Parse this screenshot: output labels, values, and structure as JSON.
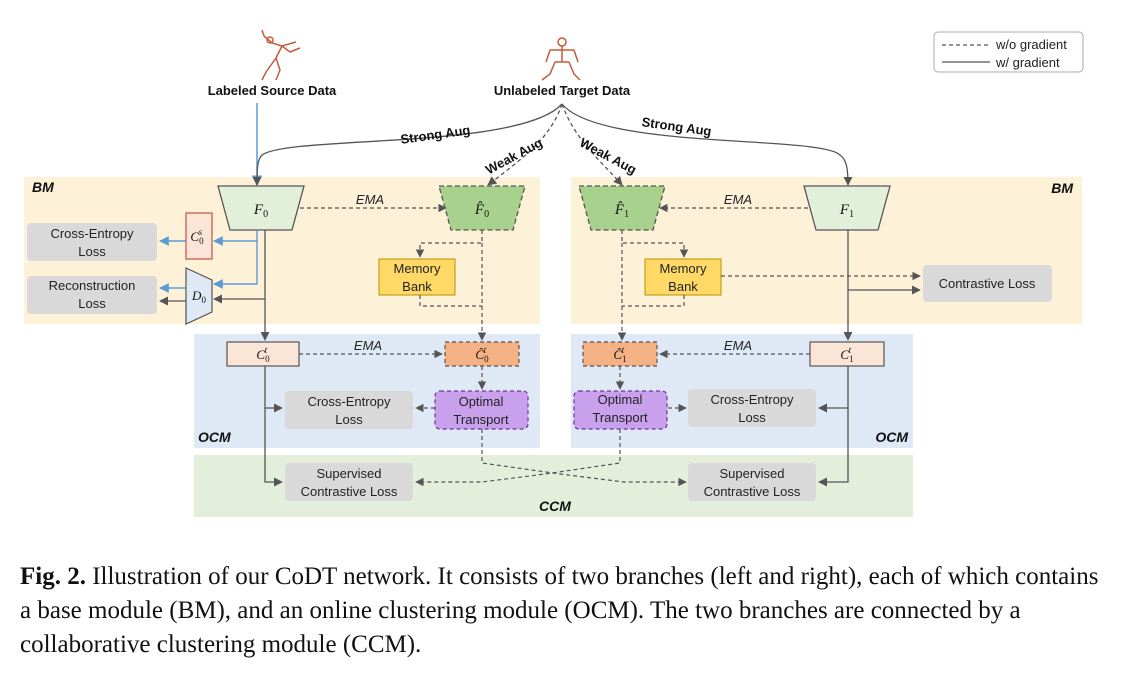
{
  "legend": {
    "dashed_label": "w/o gradient",
    "solid_label": "w/ gradient"
  },
  "inputs": {
    "source": "Labeled Source Data",
    "target": "Unlabeled Target Data"
  },
  "augs": {
    "strong_left": "Strong Aug",
    "weak_left": "Weak Aug",
    "weak_right": "Weak Aug",
    "strong_right": "Strong Aug"
  },
  "modules": {
    "bm_left": "BM",
    "bm_right": "BM",
    "ocm_left": "OCM",
    "ocm_right": "OCM",
    "ccm": "CCM"
  },
  "encoders": {
    "f0": "F",
    "f0_sub": "0",
    "f0hat": "F̂",
    "f0hat_sub": "0",
    "f1hat": "F̂",
    "f1hat_sub": "1",
    "f1": "F",
    "f1_sub": "1"
  },
  "heads": {
    "c0s": "C",
    "c0s_sub": "0",
    "c0s_sup": "s",
    "d0": "D",
    "d0_sub": "0",
    "c0t": "C",
    "c0t_sub": "0",
    "c0t_sup": "t",
    "c0t_hat": "Ĉ",
    "c0t_hat_sub": "0",
    "c0t_hat_sup": "t",
    "c1t_hat": "Ĉ",
    "c1t_hat_sub": "1",
    "c1t_hat_sup": "t",
    "c1t": "C",
    "c1t_sub": "1",
    "c1t_sup": "t"
  },
  "ema": {
    "left_bm": "EMA",
    "right_bm": "EMA",
    "left_ocm": "EMA",
    "right_ocm": "EMA"
  },
  "boxes": {
    "ce_loss_bm": [
      "Cross-Entropy",
      "Loss"
    ],
    "recon_loss": [
      "Reconstruction",
      "Loss"
    ],
    "memory_bank_left": [
      "Memory",
      "Bank"
    ],
    "memory_bank_right": [
      "Memory",
      "Bank"
    ],
    "contrastive_loss": "Contrastive Loss",
    "ce_loss_ocm_left": [
      "Cross-Entropy",
      "Loss"
    ],
    "ot_left": [
      "Optimal",
      "Transport"
    ],
    "ot_right": [
      "Optimal",
      "Transport"
    ],
    "ce_loss_ocm_right": [
      "Cross-Entropy",
      "Loss"
    ],
    "scl_left": [
      "Supervised",
      "Contrastive Loss"
    ],
    "scl_right": [
      "Supervised",
      "Contrastive Loss"
    ]
  },
  "caption": {
    "label": "Fig. 2.",
    "text": "Illustration of our CoDT network. It consists of two branches (left and right), each of which contains a base module (BM), and an online clustering module (OCM). The two branches are connected by a collaborative clustering module (CCM)."
  },
  "colors": {
    "bm_bg": "#fdf1d8",
    "ocm_bg": "#dfe9f5",
    "ccm_bg": "#e3eedb",
    "gray_box": "#d9d9d9",
    "encoder_green": "#e2efd9",
    "encoder_dark_green": "#a9d18e",
    "memory_yellow": "#ffd966",
    "head_peach": "#fbe5d6",
    "head_orange": "#f4b183",
    "ot_purple": "#c9a0ec",
    "source_blue": "#5b9bd5",
    "skeleton_red": "#c55a3c"
  }
}
